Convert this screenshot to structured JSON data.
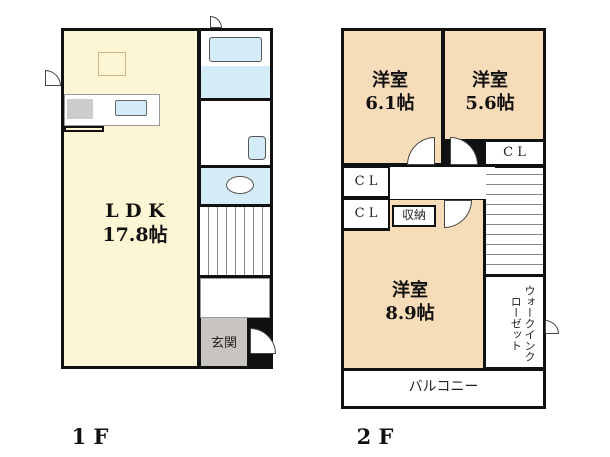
{
  "floor1": {
    "label": "1 F",
    "rooms": {
      "ldk_name": "L D K",
      "ldk_size": "17.8帖",
      "entrance": "玄関"
    }
  },
  "floor2": {
    "label": "2 F",
    "rooms": {
      "room1_name": "洋室",
      "room1_size": "6.1帖",
      "room2_name": "洋室",
      "room2_size": "5.6帖",
      "room3_name": "洋室",
      "room3_size": "8.9帖",
      "closet": "C L",
      "storage": "収納",
      "walk_in_closet": "ウォークインクローゼット",
      "balcony": "バルコニー"
    }
  },
  "colors": {
    "ldk": "#fcf6d4",
    "bedroom": "#f7dcb9",
    "wet": "#d3ecf7",
    "entrance": "#c8c5c0"
  }
}
